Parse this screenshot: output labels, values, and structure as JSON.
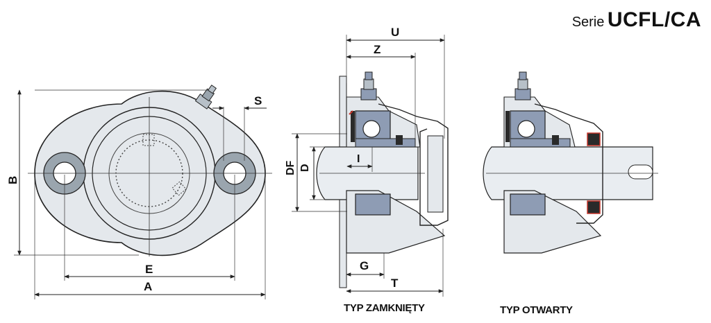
{
  "title": {
    "prefix": "Serie",
    "model": "UCFL/CA"
  },
  "captions": {
    "closed": "TYP ZAMKNIĘTY",
    "open": "TYP OTWARTY"
  },
  "dimensions": {
    "A": "A",
    "B": "B",
    "E": "E",
    "S": "S",
    "U": "U",
    "Z": "Z",
    "DF": "DF",
    "D": "D",
    "I": "I",
    "G": "G",
    "T": "T"
  },
  "colors": {
    "housing_light": "#e4e8ec",
    "housing_mid": "#cfd6dc",
    "bearing_blue": "#8e9cb4",
    "dark": "#2a2a2a",
    "red_accent": "#c8372d"
  }
}
